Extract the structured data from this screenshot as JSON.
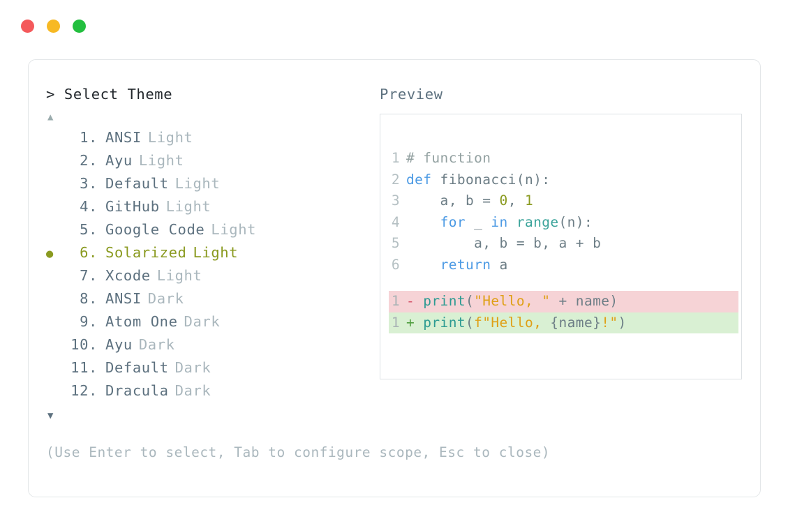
{
  "window": {
    "buttons": [
      {
        "name": "close",
        "color": "#f4595b"
      },
      {
        "name": "minimize",
        "color": "#f7b924"
      },
      {
        "name": "maximize",
        "color": "#23bf3f"
      }
    ]
  },
  "left_pane": {
    "prompt": "> Select Theme",
    "scroll_up_icon": "▲",
    "scroll_down_icon": "▼",
    "selected_index": 6,
    "selected_bullet": "●",
    "themes": [
      {
        "number": "1.",
        "name": "ANSI",
        "variant": "Light",
        "selected": false
      },
      {
        "number": "2.",
        "name": "Ayu",
        "variant": "Light",
        "selected": false
      },
      {
        "number": "3.",
        "name": "Default",
        "variant": "Light",
        "selected": false
      },
      {
        "number": "4.",
        "name": "GitHub",
        "variant": "Light",
        "selected": false
      },
      {
        "number": "5.",
        "name": "Google Code",
        "variant": "Light",
        "selected": false
      },
      {
        "number": "6.",
        "name": "Solarized",
        "variant": "Light",
        "selected": true
      },
      {
        "number": "7.",
        "name": "Xcode",
        "variant": "Light",
        "selected": false
      },
      {
        "number": "8.",
        "name": "ANSI",
        "variant": "Dark",
        "selected": false
      },
      {
        "number": "9.",
        "name": "Atom One",
        "variant": "Dark",
        "selected": false
      },
      {
        "number": "10.",
        "name": "Ayu",
        "variant": "Dark",
        "selected": false
      },
      {
        "number": "11.",
        "name": "Default",
        "variant": "Dark",
        "selected": false
      },
      {
        "number": "12.",
        "name": "Dracula",
        "variant": "Dark",
        "selected": false
      }
    ]
  },
  "right_pane": {
    "title": "Preview",
    "code": [
      {
        "ln": "1",
        "tokens": [
          {
            "t": "# function",
            "c": "t-comment"
          }
        ]
      },
      {
        "ln": "2",
        "tokens": [
          {
            "t": "def",
            "c": "t-keyword"
          },
          {
            "t": " fibonacci(n):",
            "c": "t-plain"
          }
        ]
      },
      {
        "ln": "3",
        "tokens": [
          {
            "t": "    a, b = ",
            "c": "t-plain"
          },
          {
            "t": "0",
            "c": "t-number"
          },
          {
            "t": ", ",
            "c": "t-plain"
          },
          {
            "t": "1",
            "c": "t-number"
          }
        ]
      },
      {
        "ln": "4",
        "tokens": [
          {
            "t": "    ",
            "c": "t-plain"
          },
          {
            "t": "for",
            "c": "t-keyword"
          },
          {
            "t": " _ ",
            "c": "t-plain"
          },
          {
            "t": "in",
            "c": "t-keyword"
          },
          {
            "t": " ",
            "c": "t-plain"
          },
          {
            "t": "range",
            "c": "t-builtin"
          },
          {
            "t": "(n):",
            "c": "t-plain"
          }
        ]
      },
      {
        "ln": "5",
        "tokens": [
          {
            "t": "        a, b = b, a + b",
            "c": "t-plain"
          }
        ]
      },
      {
        "ln": "6",
        "tokens": [
          {
            "t": "    ",
            "c": "t-plain"
          },
          {
            "t": "return",
            "c": "t-keyword"
          },
          {
            "t": " a",
            "c": "t-plain"
          }
        ]
      }
    ],
    "diff": [
      {
        "ln": "1",
        "kind": "del",
        "marker": "-",
        "tokens": [
          {
            "t": "print",
            "c": "t-func"
          },
          {
            "t": "(",
            "c": "t-punct"
          },
          {
            "t": "\"Hello, \"",
            "c": "t-string"
          },
          {
            "t": " + name",
            "c": "t-plain"
          },
          {
            "t": ")",
            "c": "t-punct"
          }
        ]
      },
      {
        "ln": "1",
        "kind": "add",
        "marker": "+",
        "tokens": [
          {
            "t": "print",
            "c": "t-func"
          },
          {
            "t": "(",
            "c": "t-punct"
          },
          {
            "t": "f\"Hello, ",
            "c": "t-string"
          },
          {
            "t": "{name}",
            "c": "t-plain"
          },
          {
            "t": "!\"",
            "c": "t-string"
          },
          {
            "t": ")",
            "c": "t-punct"
          }
        ]
      }
    ]
  },
  "footer": {
    "hint": "(Use Enter to select, Tab to configure scope, Esc to close)"
  }
}
